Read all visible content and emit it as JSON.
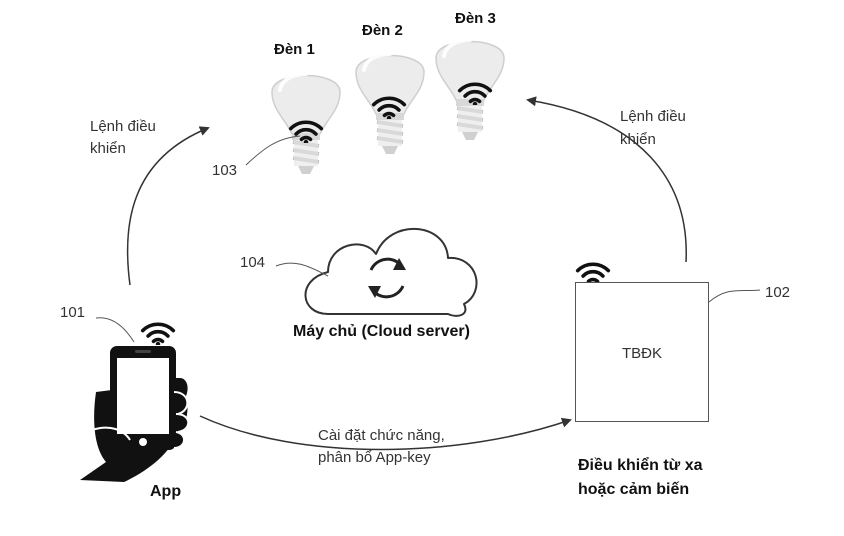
{
  "bulbs": [
    {
      "label": "Đèn 1"
    },
    {
      "label": "Đèn 2"
    },
    {
      "label": "Đèn 3"
    }
  ],
  "refs": {
    "bulbs": "103",
    "cloud": "104",
    "phone": "101",
    "controller": "102"
  },
  "left_arrow_label": [
    "Lệnh điều",
    "khiển"
  ],
  "right_arrow_label": [
    "Lệnh điều",
    "khiển"
  ],
  "cloud_label": "Máy chủ (Cloud server)",
  "controller_box_text": "TBĐK",
  "controller_caption": [
    "Điều khiển từ xa",
    "hoặc cảm biến"
  ],
  "phone_caption": "App",
  "bottom_arrow_label": [
    "Cài đặt chức năng,",
    "phân bổ App-key"
  ]
}
